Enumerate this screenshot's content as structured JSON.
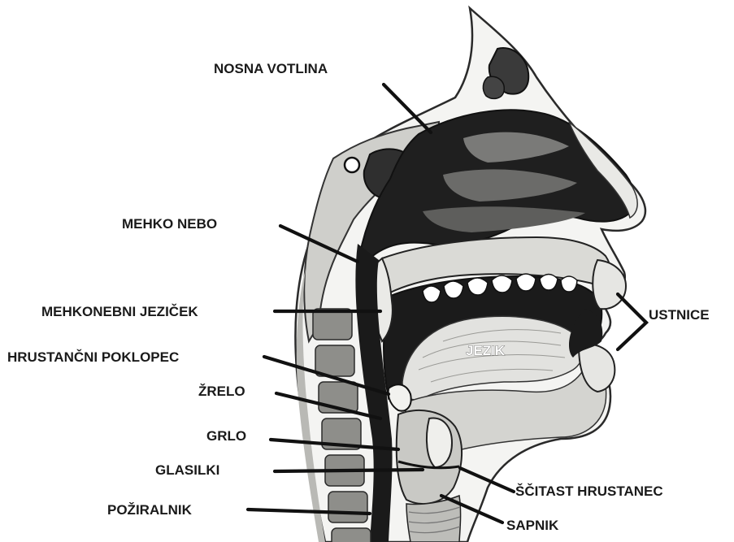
{
  "labels": {
    "nosna_votlina": "NOSNA VOTLINA",
    "mehko_nebo": "MEHKO NEBO",
    "mehkonebni_jezicek": "MEHKONEBNI JEZIČEK",
    "hrustancni_poklopec": "HRUSTANČNI POKLOPEC",
    "zrelo": "ŽRELO",
    "grlo": "GRLO",
    "glasilki": "GLASILKI",
    "poziralnik": "POŽIRALNIK",
    "ustnice": "USTNICE",
    "jezik": "JEZIK",
    "scitast_hrustanec": "ŠČITAST HRUSTANEC",
    "sapnik": "SAPNIK"
  }
}
